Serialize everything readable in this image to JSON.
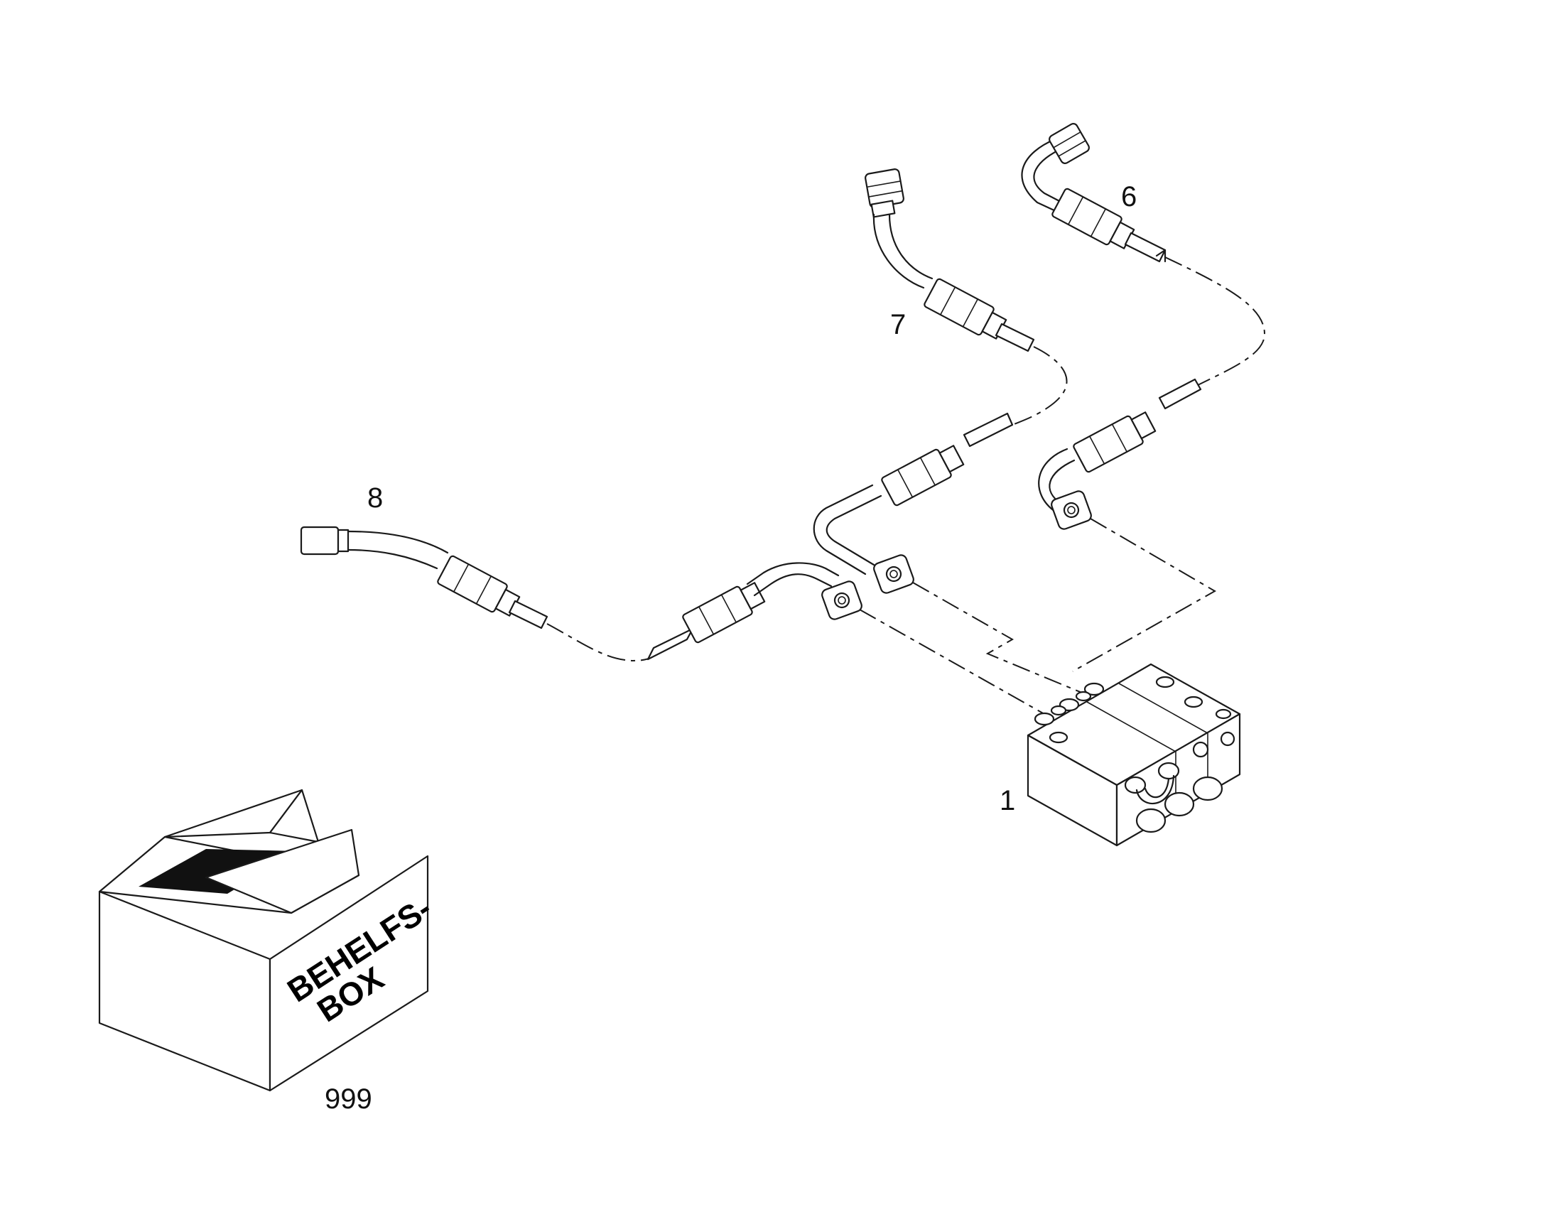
{
  "parts": [
    {
      "id": "label-1",
      "text": "1"
    },
    {
      "id": "label-6",
      "text": "6"
    },
    {
      "id": "label-7",
      "text": "7"
    },
    {
      "id": "label-8",
      "text": "8"
    },
    {
      "id": "label-999",
      "text": "999"
    }
  ],
  "box": {
    "line1": "BEHELFS-",
    "line2": "BOX"
  }
}
